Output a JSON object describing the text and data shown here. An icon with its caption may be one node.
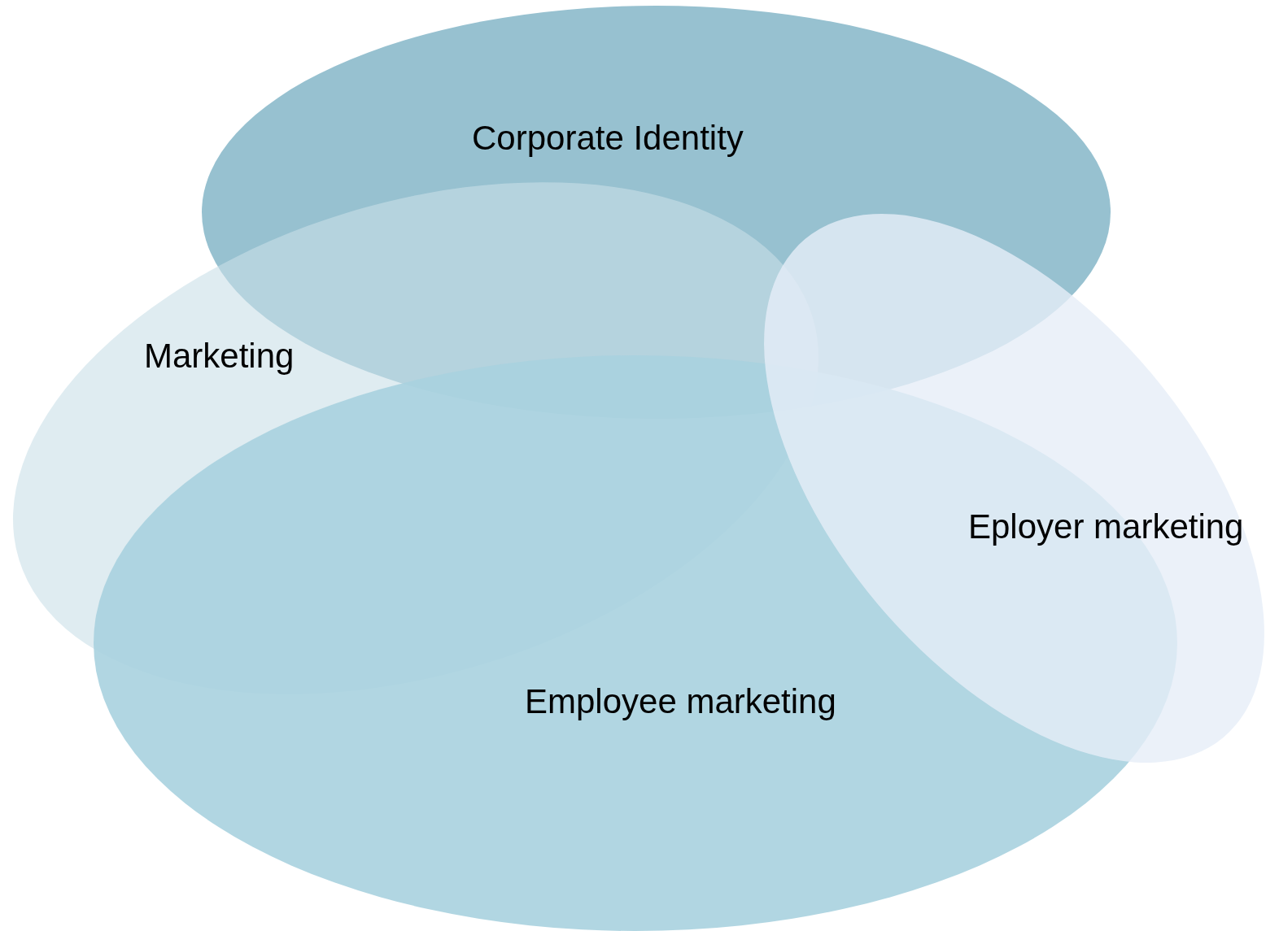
{
  "diagram": {
    "nodes": [
      {
        "text": [
          "Corporate Identity"
        ]
      },
      {
        "text": [
          "Marketing"
        ]
      },
      {
        "text": [
          "Employee marketing"
        ]
      },
      {
        "text": [
          "Eployer marketing"
        ]
      }
    ]
  }
}
